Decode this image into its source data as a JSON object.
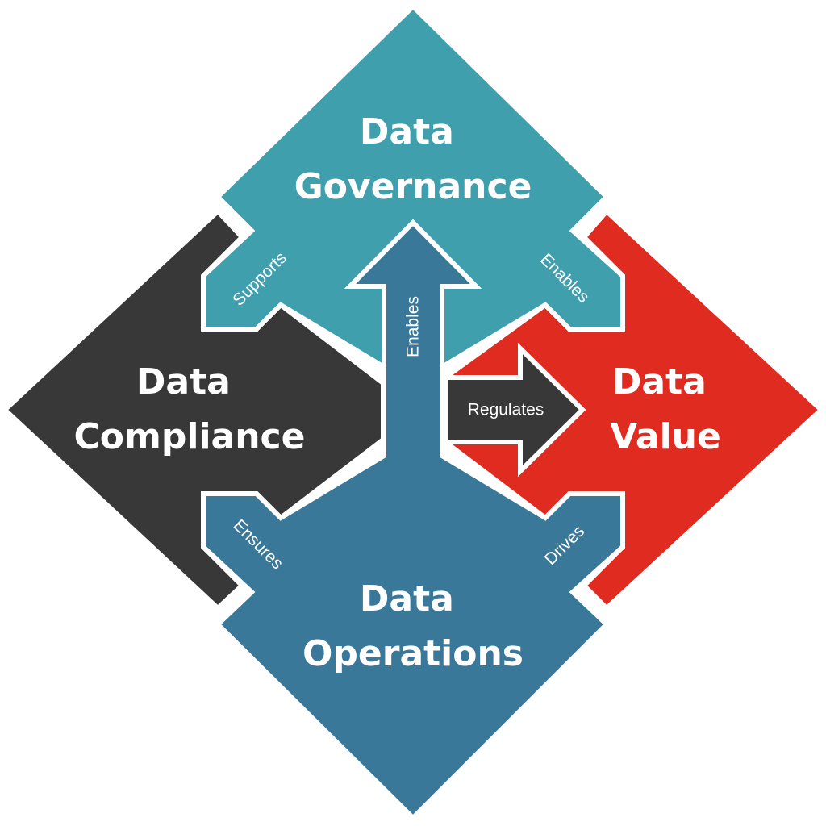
{
  "colors": {
    "governance": "#409fad",
    "compliance": "#383838",
    "value": "#df2b20",
    "operations": "#397899",
    "separator": "#ffffff"
  },
  "nodes": {
    "governance": {
      "line1": "Data",
      "line2": "Governance"
    },
    "compliance": {
      "line1": "Data",
      "line2": "Compliance"
    },
    "value": {
      "line1": "Data",
      "line2": "Value"
    },
    "operations": {
      "line1": "Data",
      "line2": "Operations"
    }
  },
  "relations": {
    "supports": "Supports",
    "enables_value": "Enables",
    "ensures": "Ensures",
    "drives": "Drives",
    "enables_governance": "Enables",
    "regulates": "Regulates"
  }
}
